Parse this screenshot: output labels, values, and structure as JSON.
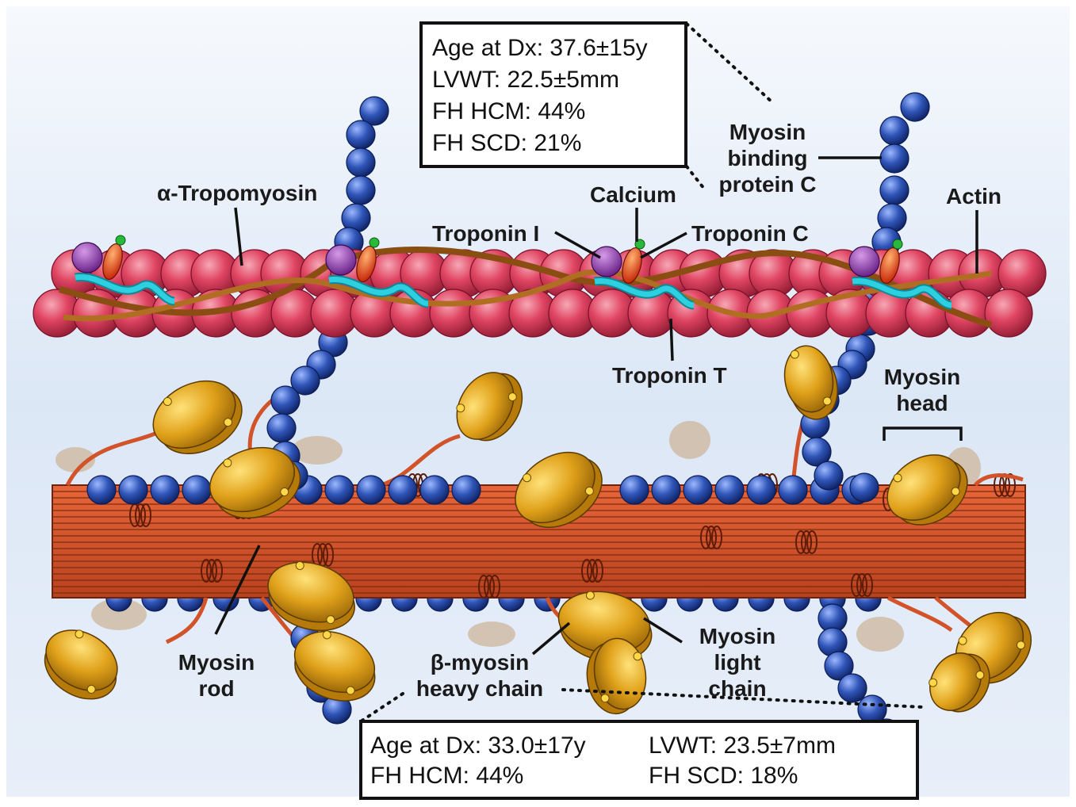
{
  "labels": {
    "tropomyosin": "α-Tropomyosin",
    "calcium": "Calcium",
    "troponin_i": "Troponin I",
    "troponin_c": "Troponin C",
    "troponin_t": "Troponin T",
    "mybpc": [
      "Myosin",
      "binding",
      "protein C"
    ],
    "actin": "Actin",
    "myosin_head": [
      "Myosin",
      "head"
    ],
    "myosin_rod": [
      "Myosin",
      "rod"
    ],
    "bmhc": [
      "β-myosin",
      "heavy chain"
    ],
    "light_chain": [
      "Myosin",
      "light",
      "chain"
    ]
  },
  "top_box": {
    "lines": [
      "Age at Dx: 37.6±15y",
      "LVWT: 22.5±5mm",
      "FH HCM: 44%",
      "FH SCD: 21%"
    ]
  },
  "bottom_box": {
    "left": [
      "Age at Dx: 33.0±17y",
      "FH HCM: 44%"
    ],
    "right": [
      "LVWT: 23.5±7mm",
      "FH SCD: 18%"
    ]
  },
  "colors": {
    "background": "#dde8f7",
    "actin": "#e04562",
    "mybpc_bead": "#2f55b8",
    "myosin_head": "#e0a11a",
    "thick_filament": "#d2522a",
    "tropomyosin": "#a8641c",
    "troponin_t": "#2ed0e0",
    "troponin_i": "#8a3aa8",
    "troponin_c": "#ee4a1a",
    "calcium": "#28b83a"
  }
}
